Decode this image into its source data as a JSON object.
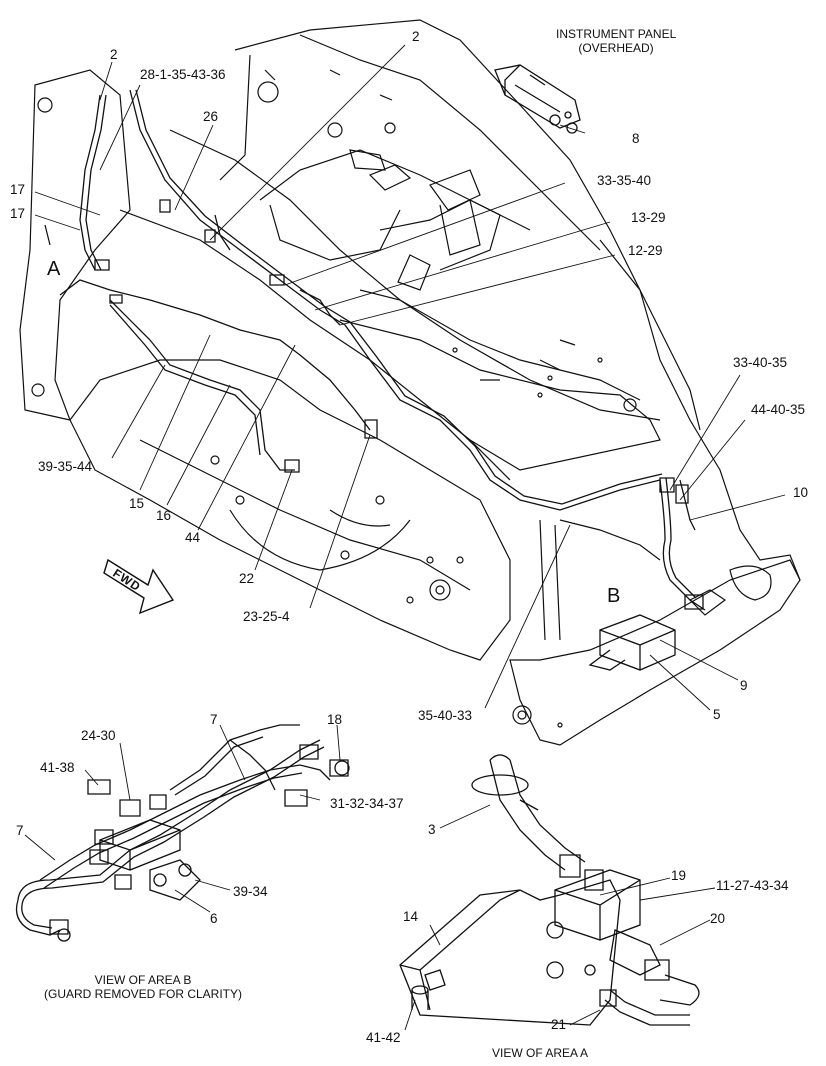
{
  "captions": {
    "instrument_panel_line1": "INSTRUMENT PANEL",
    "instrument_panel_line2": "(OVERHEAD)",
    "view_b_line1": "VIEW OF AREA B",
    "view_b_line2": "(GUARD REMOVED FOR CLARITY)",
    "view_a": "VIEW OF AREA A",
    "fwd": "FWD",
    "area_a": "A",
    "area_b": "B"
  },
  "callouts": {
    "c2_left": "2",
    "c28": "28-1-35-43-36",
    "c26": "26",
    "c2_top": "2",
    "c8": "8",
    "c33_35_40": "33-35-40",
    "c13_29": "13-29",
    "c12_29": "12-29",
    "c17_a": "17",
    "c17_b": "17",
    "c33_40_35": "33-40-35",
    "c44_40_35": "44-40-35",
    "c10": "10",
    "c39_35_44": "39-35-44",
    "c15": "15",
    "c16": "16",
    "c44": "44",
    "c22": "22",
    "c23_25_4": "23-25-4",
    "c9": "9",
    "c5": "5",
    "c35_40_33": "35-40-33",
    "c7_top": "7",
    "c18": "18",
    "c24_30": "24-30",
    "c41_38": "41-38",
    "c31": "31-32-34-37",
    "c7_left": "7",
    "c39_34": "39-34",
    "c6": "6",
    "c3": "3",
    "c19": "19",
    "c11": "11-27-43-34",
    "c14": "14",
    "c20": "20",
    "c21": "21",
    "c41_42": "41-42"
  }
}
